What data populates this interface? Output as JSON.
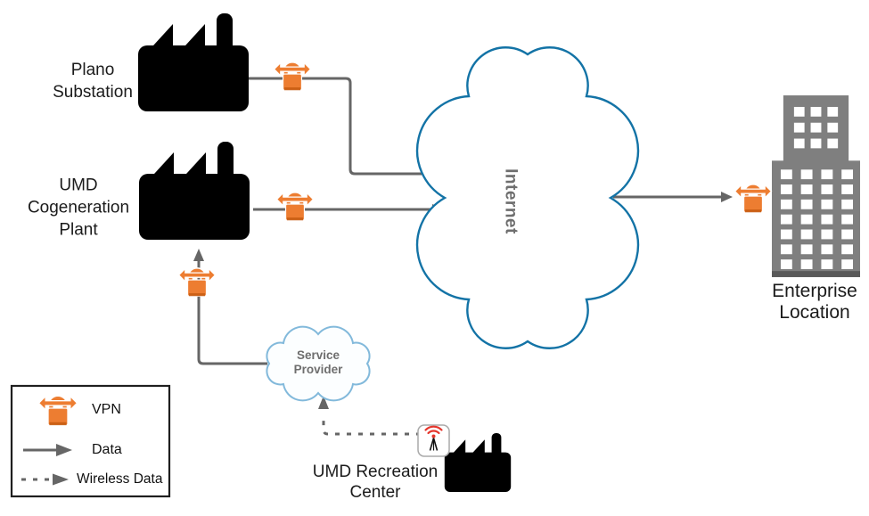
{
  "nodes": {
    "plano_substation": {
      "label_lines": [
        "Plano",
        "Substation"
      ]
    },
    "umd_cogeneration_plant": {
      "label_lines": [
        "UMD",
        "Cogeneration",
        "Plant"
      ]
    },
    "internet_cloud": {
      "label": "Internet"
    },
    "service_provider_cloud": {
      "label_lines": [
        "Service",
        "Provider"
      ]
    },
    "enterprise_location": {
      "label_lines": [
        "Enterprise",
        "Location"
      ]
    },
    "umd_recreation_center": {
      "label_lines": [
        "UMD Recreation",
        "Center"
      ]
    }
  },
  "connections": [
    {
      "from": "Plano Substation",
      "to": "Internet",
      "type": "data",
      "via": "VPN"
    },
    {
      "from": "UMD Cogeneration Plant",
      "to": "Internet",
      "type": "data",
      "via": "VPN"
    },
    {
      "from": "Internet",
      "to": "Enterprise Location",
      "type": "data",
      "via": "VPN"
    },
    {
      "from": "Service Provider",
      "to": "UMD Cogeneration Plant",
      "type": "data",
      "via": "VPN"
    },
    {
      "from": "UMD Recreation Center",
      "to": "Service Provider",
      "type": "wireless-data",
      "via": null
    }
  ],
  "legend": {
    "items": [
      {
        "symbol": "vpn-lock-icon",
        "label": "VPN"
      },
      {
        "symbol": "solid-arrow",
        "label": "Data"
      },
      {
        "symbol": "dashed-arrow",
        "label": "Wireless Data"
      }
    ]
  },
  "colors": {
    "vpn_orange": "#ED7D31",
    "vpn_orange_dark": "#C55A11",
    "line_gray": "#666666",
    "internet_cloud_stroke": "#1373A6",
    "service_cloud_stroke": "#82B9DB",
    "building_gray": "#7F7F7F",
    "building_base": "#595959",
    "node_black": "#000000",
    "cloud_text_gray": "#6E6E6E",
    "wireless_red": "#E5362C"
  }
}
